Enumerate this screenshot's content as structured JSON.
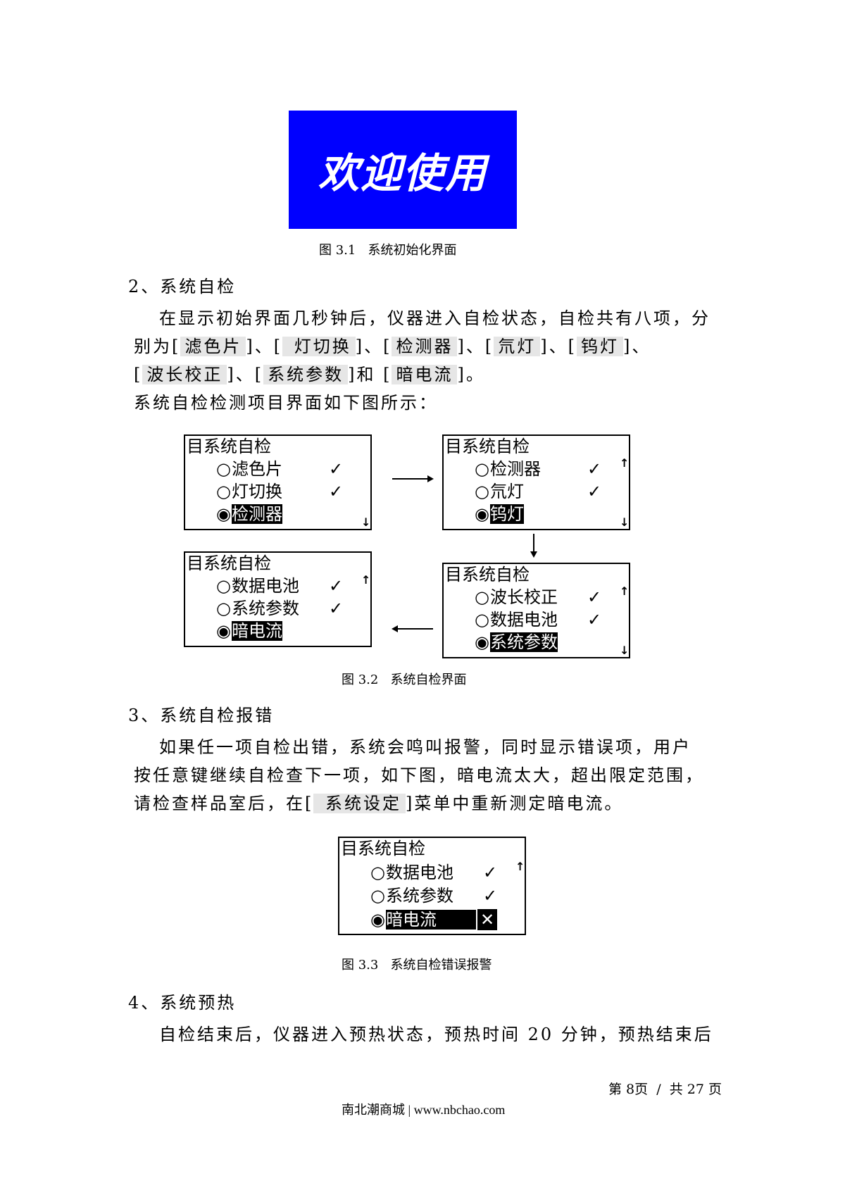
{
  "welcome": {
    "text": "欢迎使用",
    "bg": "#0000ff"
  },
  "fig31": "图 3.1   系统初始化界面",
  "sec2": {
    "heading": "2、系统自检",
    "line1": "在显示初始界面几秒钟后，仪器进入自检状态，自检共有八项，分",
    "line2": {
      "p1": "别为[",
      "i1": "滤色片",
      "p2": "]、[",
      "i2": " 灯切换",
      "p3": "]、[",
      "i3": "检测器",
      "p4": "]、[",
      "i4": "氘灯",
      "p5": "]、[",
      "i5": "钨灯",
      "p6": "]、"
    },
    "line3": {
      "p1": "[",
      "i1": "波长校正",
      "p2": "]、[",
      "i2": "系统参数",
      "p3": "]和 [",
      "i3": "暗电流",
      "p4": "]。"
    },
    "line4": "系统自检检测项目界面如下图所示："
  },
  "panels": {
    "p1": {
      "title": "目系统自检",
      "r1": "滤色片",
      "r2": "灯切换",
      "r3": "检测器",
      "up": "",
      "down": "↓"
    },
    "p2": {
      "title": "目系统自检",
      "r1": "检测器",
      "r2": "氘灯",
      "r3": "钨灯",
      "up": "↑",
      "down": "↓"
    },
    "p3": {
      "title": "目系统自检",
      "r1": "数据电池",
      "r2": "系统参数",
      "r3": "暗电流",
      "up": "↑",
      "down": ""
    },
    "p4": {
      "title": "目系统自检",
      "r1": "波长校正",
      "r2": "数据电池",
      "r3": "系统参数",
      "up": "↑",
      "down": "↓"
    },
    "p5": {
      "title": "目系统自检",
      "r1": "数据电池",
      "r2": "系统参数",
      "r3": "暗电流",
      "up": "↑",
      "down": ""
    },
    "bullet_off": "○",
    "bullet_on": "◉",
    "check": "✓",
    "cross": "✕"
  },
  "fig32": "图 3.2   系统自检界面",
  "sec3": {
    "heading": "3、系统自检报错",
    "line1": "如果任一项自检出错，系统会鸣叫报警，同时显示错误项，用户",
    "line2": "按任意键继续自检查下一项，如下图，暗电流太大，超出限定范围，",
    "line3": {
      "p1": "请检查样品室后，在[",
      "i1": " 系统设定",
      "p2": "]菜单中重新测定暗电流。"
    }
  },
  "fig33": "图 3.3   系统自检错误报警",
  "sec4": {
    "heading": "4、系统预热",
    "line1": "自检结束后，仪器进入预热状态，预热时间 20 分钟，预热结束后"
  },
  "footer": {
    "page": "第 8页  /  共 27 页",
    "site": "南北潮商城 | www.nbchao.com"
  }
}
